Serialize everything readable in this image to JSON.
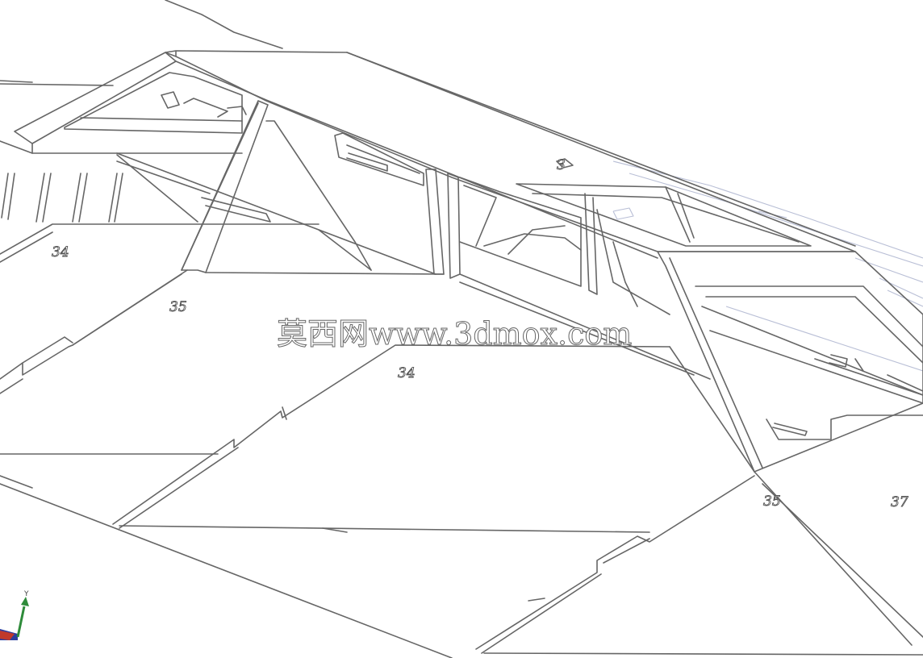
{
  "viewport": {
    "background": "#ffffff",
    "line_color": "#666666",
    "hidden_line_color": "#b9bfd6"
  },
  "watermark": {
    "text": "莫西网www.3dmox.com"
  },
  "part_labels": [
    {
      "id": "label-a",
      "text": "34"
    },
    {
      "id": "label-b",
      "text": "35"
    },
    {
      "id": "label-c",
      "text": "34"
    },
    {
      "id": "label-d",
      "text": "3"
    },
    {
      "id": "label-e",
      "text": "35"
    },
    {
      "id": "label-f",
      "text": "37"
    }
  ],
  "axis_triad": {
    "y_label": "Y",
    "y_color": "#2e8b3a",
    "x_color": "#c0392b",
    "z_color": "#2c3e9e"
  }
}
